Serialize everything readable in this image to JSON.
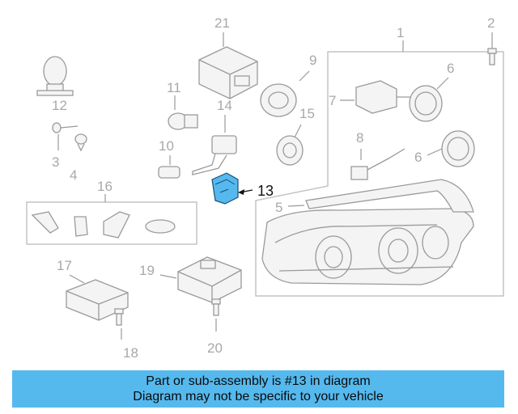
{
  "callouts": {
    "n1": "1",
    "n2": "2",
    "n3": "3",
    "n4": "4",
    "n5": "5",
    "n6a": "6",
    "n6b": "6",
    "n7": "7",
    "n8": "8",
    "n9": "9",
    "n10": "10",
    "n11": "11",
    "n12": "12",
    "n13": "13",
    "n14": "14",
    "n15": "15",
    "n16": "16",
    "n17": "17",
    "n18": "18",
    "n19": "19",
    "n20": "20",
    "n21": "21"
  },
  "highlight": {
    "part_number": "13",
    "color": "#55b9ee"
  },
  "banner": {
    "line1": "Part or sub-assembly is #13 in diagram",
    "line2": "Diagram may not be specific to your vehicle",
    "color": "#55b9ee"
  }
}
